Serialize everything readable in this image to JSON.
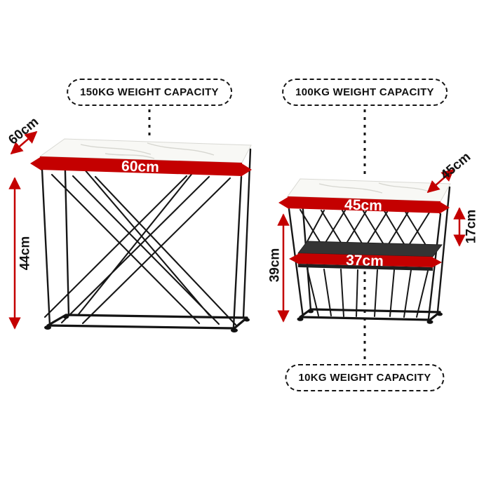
{
  "badges": {
    "coffee_table_capacity": "150KG WEIGHT CAPACITY",
    "side_table_capacity": "100KG WEIGHT CAPACITY",
    "shelf_capacity": "10KG WEIGHT CAPACITY"
  },
  "coffee_table": {
    "width_label": "60cm",
    "depth_label": "60cm",
    "height_label": "44cm"
  },
  "side_table": {
    "width_label": "45cm",
    "depth_label": "45cm",
    "top_to_shelf_label": "17cm",
    "height_label": "39cm",
    "shelf_width_label": "37cm"
  },
  "colors": {
    "accent_red": "#c40000",
    "ink": "#151515",
    "marble": "#f8f8f5",
    "shelf_dark": "#343434"
  }
}
